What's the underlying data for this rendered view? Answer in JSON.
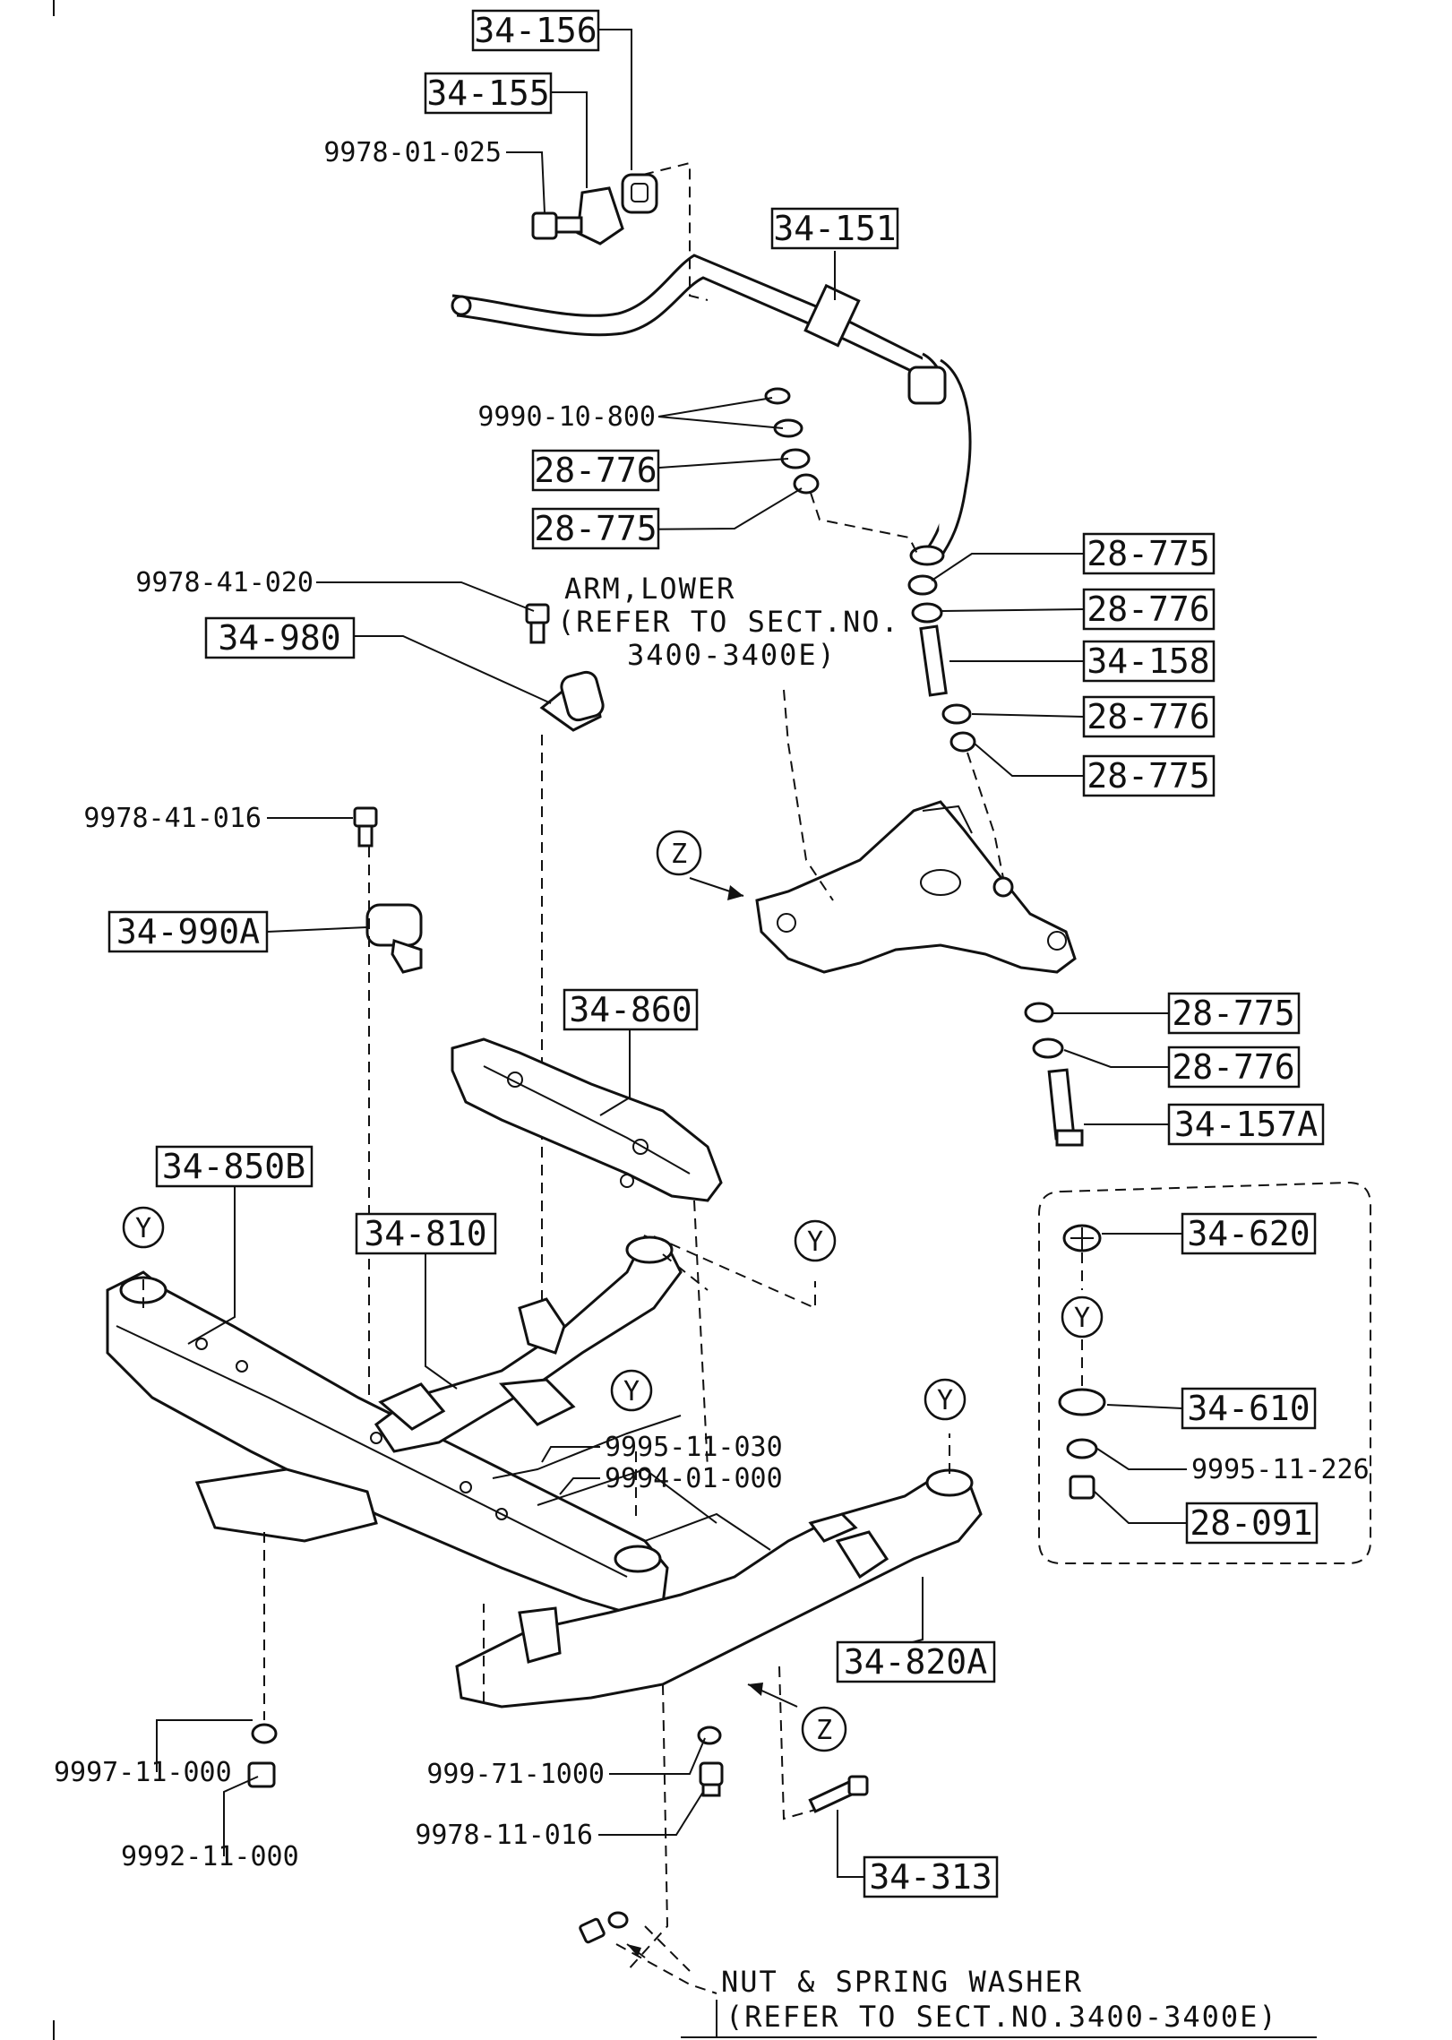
{
  "labels": {
    "p34_156": "34-156",
    "p34_155": "34-155",
    "p9978_01_025": "9978-01-025",
    "p34_151": "34-151",
    "p9990_10_800": "9990-10-800",
    "p28_776_a": "28-776",
    "p28_775_a": "28-775",
    "p9978_41_020": "9978-41-020",
    "p34_980": "34-980",
    "p28_775_b": "28-775",
    "p28_776_b": "28-776",
    "p34_158": "34-158",
    "p28_776_c": "28-776",
    "p28_775_c": "28-775",
    "p9978_41_016": "9978-41-016",
    "p34_990a": "34-990A",
    "p34_860": "34-860",
    "p28_775_d": "28-775",
    "p28_776_d": "28-776",
    "p34_157a": "34-157A",
    "p34_850b": "34-850B",
    "p34_810": "34-810",
    "p34_620": "34-620",
    "p34_610": "34-610",
    "p9995_11_226": "9995-11-226",
    "p28_091": "28-091",
    "p9995_11_030": "9995-11-030",
    "p9994_01_000": "9994-01-000",
    "p34_820a": "34-820A",
    "p9997_11_000": "9997-11-000",
    "p9992_11_000": "9992-11-000",
    "p999_71_1000": "999-71-1000",
    "p9978_11_016": "9978-11-016",
    "p34_313": "34-313"
  },
  "notes": {
    "arm_lower_1": "ARM,LOWER",
    "arm_lower_2": "(REFER TO SECT.NO.",
    "arm_lower_3": "3400-3400E)",
    "nut_1": "NUT & SPRING WASHER",
    "nut_2": "(REFER TO SECT.NO.3400-3400E)"
  },
  "markers": {
    "z": "Z",
    "y": "Y"
  }
}
